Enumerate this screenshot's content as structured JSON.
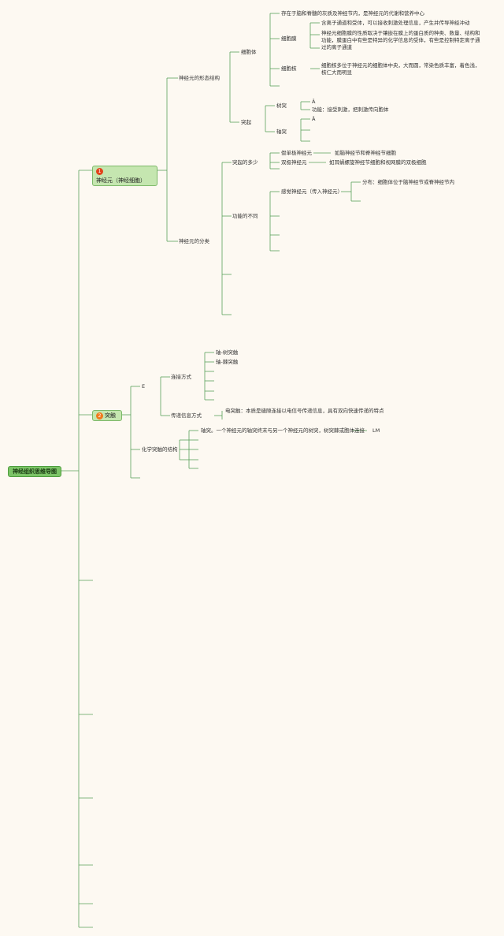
{
  "colors": {
    "background": "#fdf9f2",
    "line": "#5aa25a",
    "root_fill": "#7cc567",
    "branch_fill": "#c5e6b0",
    "badge_1": "#e2431c",
    "badge_2": "#f07a1c"
  },
  "root": {
    "label": "神经组织思维导图"
  },
  "b1": {
    "badge": "1",
    "label": "神经元（神经细胞）",
    "structure": {
      "label": "神经元的形态结构",
      "cell_body": {
        "label": "细胞体",
        "text1": "存在于脑和脊髓的灰质及神经节内，是神经元的代谢和营养中心",
        "membrane": {
          "label": "细胞膜",
          "text1": "含离子通道和受体，可以接收刺激处理信息，产生并传导神经冲动",
          "text2": "神经元细胞膜的性质取决于镶嵌在膜上的蛋白质的种类、数量、结构和功能，膜蛋白中有些是特异的化学信息的受体，有些是控制特定离子通过的离子通道"
        },
        "nucleus": {
          "label": "细胞核",
          "text": "细胞核多位于神经元的细胞体中央，大而圆，常染色质丰富，着色浅，核仁大而明显"
        }
      },
      "process": {
        "label": "突起",
        "dendrite": {
          "label": "树突",
          "a": "Â",
          "b": "功能：接受刺激，把刺激传向胞体"
        },
        "axon": {
          "label": "轴突",
          "a": "Â"
        }
      }
    },
    "classification": {
      "label": "神经元的分类",
      "by_count": {
        "label": "突起的多少",
        "pseudo": {
          "label": "假单极神经元",
          "text": "如脑神经节和脊神经节细胞"
        },
        "bipolar": {
          "label": "双极神经元",
          "text": "如耳蜗螺旋神经节细胞和视网膜的双极细胞"
        }
      },
      "by_function": {
        "label": "功能的不同",
        "sensory": {
          "label": "感觉神经元（传入神经元）",
          "text": "分布：细胞体位于脑神经节或脊神经节内"
        }
      }
    }
  },
  "b2": {
    "badge": "2",
    "label": "突触",
    "e": "E",
    "connection": {
      "label": "连接方式",
      "c1": "轴-树突触",
      "c2": "轴-棘突触"
    },
    "transmission": {
      "label": "传递信息方式",
      "text": "电突触：本质是缝隙连接以电信号传递信息，具有双向快速传递的特点"
    },
    "chemical": {
      "label": "化学突触的结构",
      "text": "轴突。一个神经元的轴突终末与另一个神经元的树突，树突棘或胞体连接",
      "lm": "LM"
    }
  }
}
